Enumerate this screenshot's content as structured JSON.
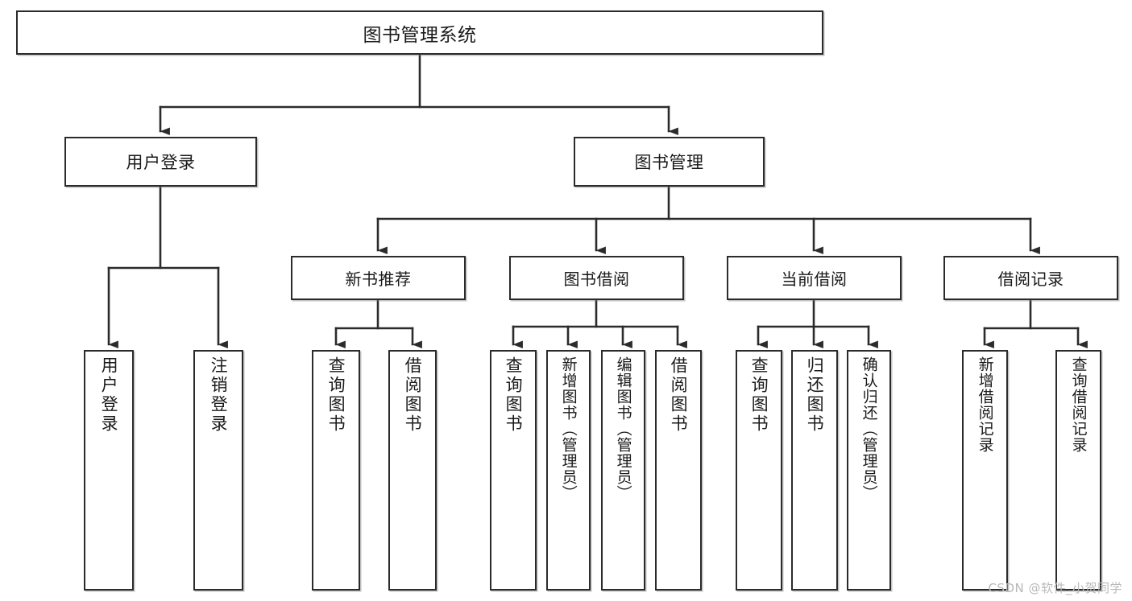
{
  "diagram": {
    "title": "图书管理系统",
    "type": "tree",
    "watermark": "CSDN @软件_小贺同学",
    "colors": {
      "stroke": "#2b2b2b",
      "fill": "#ffffff",
      "text": "#1a1a1a",
      "watermark": "#b9b9b9"
    },
    "nodes": {
      "root": {
        "label": "图书管理系统"
      },
      "level1": [
        {
          "id": "user-login",
          "label": "用户登录"
        },
        {
          "id": "book-manage",
          "label": "图书管理"
        }
      ],
      "level2": [
        {
          "id": "new-book-recommend",
          "label": "新书推荐"
        },
        {
          "id": "book-borrow",
          "label": "图书借阅"
        },
        {
          "id": "current-borrow",
          "label": "当前借阅"
        },
        {
          "id": "borrow-record",
          "label": "借阅记录"
        }
      ],
      "leaves": {
        "user-login": [
          {
            "id": "leaf-user-login",
            "label": "用户登录"
          },
          {
            "id": "leaf-logout-login",
            "label": "注销登录"
          }
        ],
        "new-book-recommend": [
          {
            "id": "leaf-query-book-1",
            "label": "查询图书"
          },
          {
            "id": "leaf-borrow-book-1",
            "label": "借阅图书"
          }
        ],
        "book-borrow": [
          {
            "id": "leaf-query-book-2",
            "label": "查询图书"
          },
          {
            "id": "leaf-add-book",
            "label": "新增图书（管理员）"
          },
          {
            "id": "leaf-edit-book",
            "label": "编辑图书（管理员）"
          },
          {
            "id": "leaf-borrow-book-2",
            "label": "借阅图书"
          }
        ],
        "current-borrow": [
          {
            "id": "leaf-query-book-3",
            "label": "查询图书"
          },
          {
            "id": "leaf-return-book",
            "label": "归还图书"
          },
          {
            "id": "leaf-confirm-return",
            "label": "确认归还（管理员）"
          }
        ],
        "borrow-record": [
          {
            "id": "leaf-add-record",
            "label": "新增借阅记录"
          },
          {
            "id": "leaf-query-record",
            "label": "查询借阅记录"
          }
        ]
      }
    }
  }
}
